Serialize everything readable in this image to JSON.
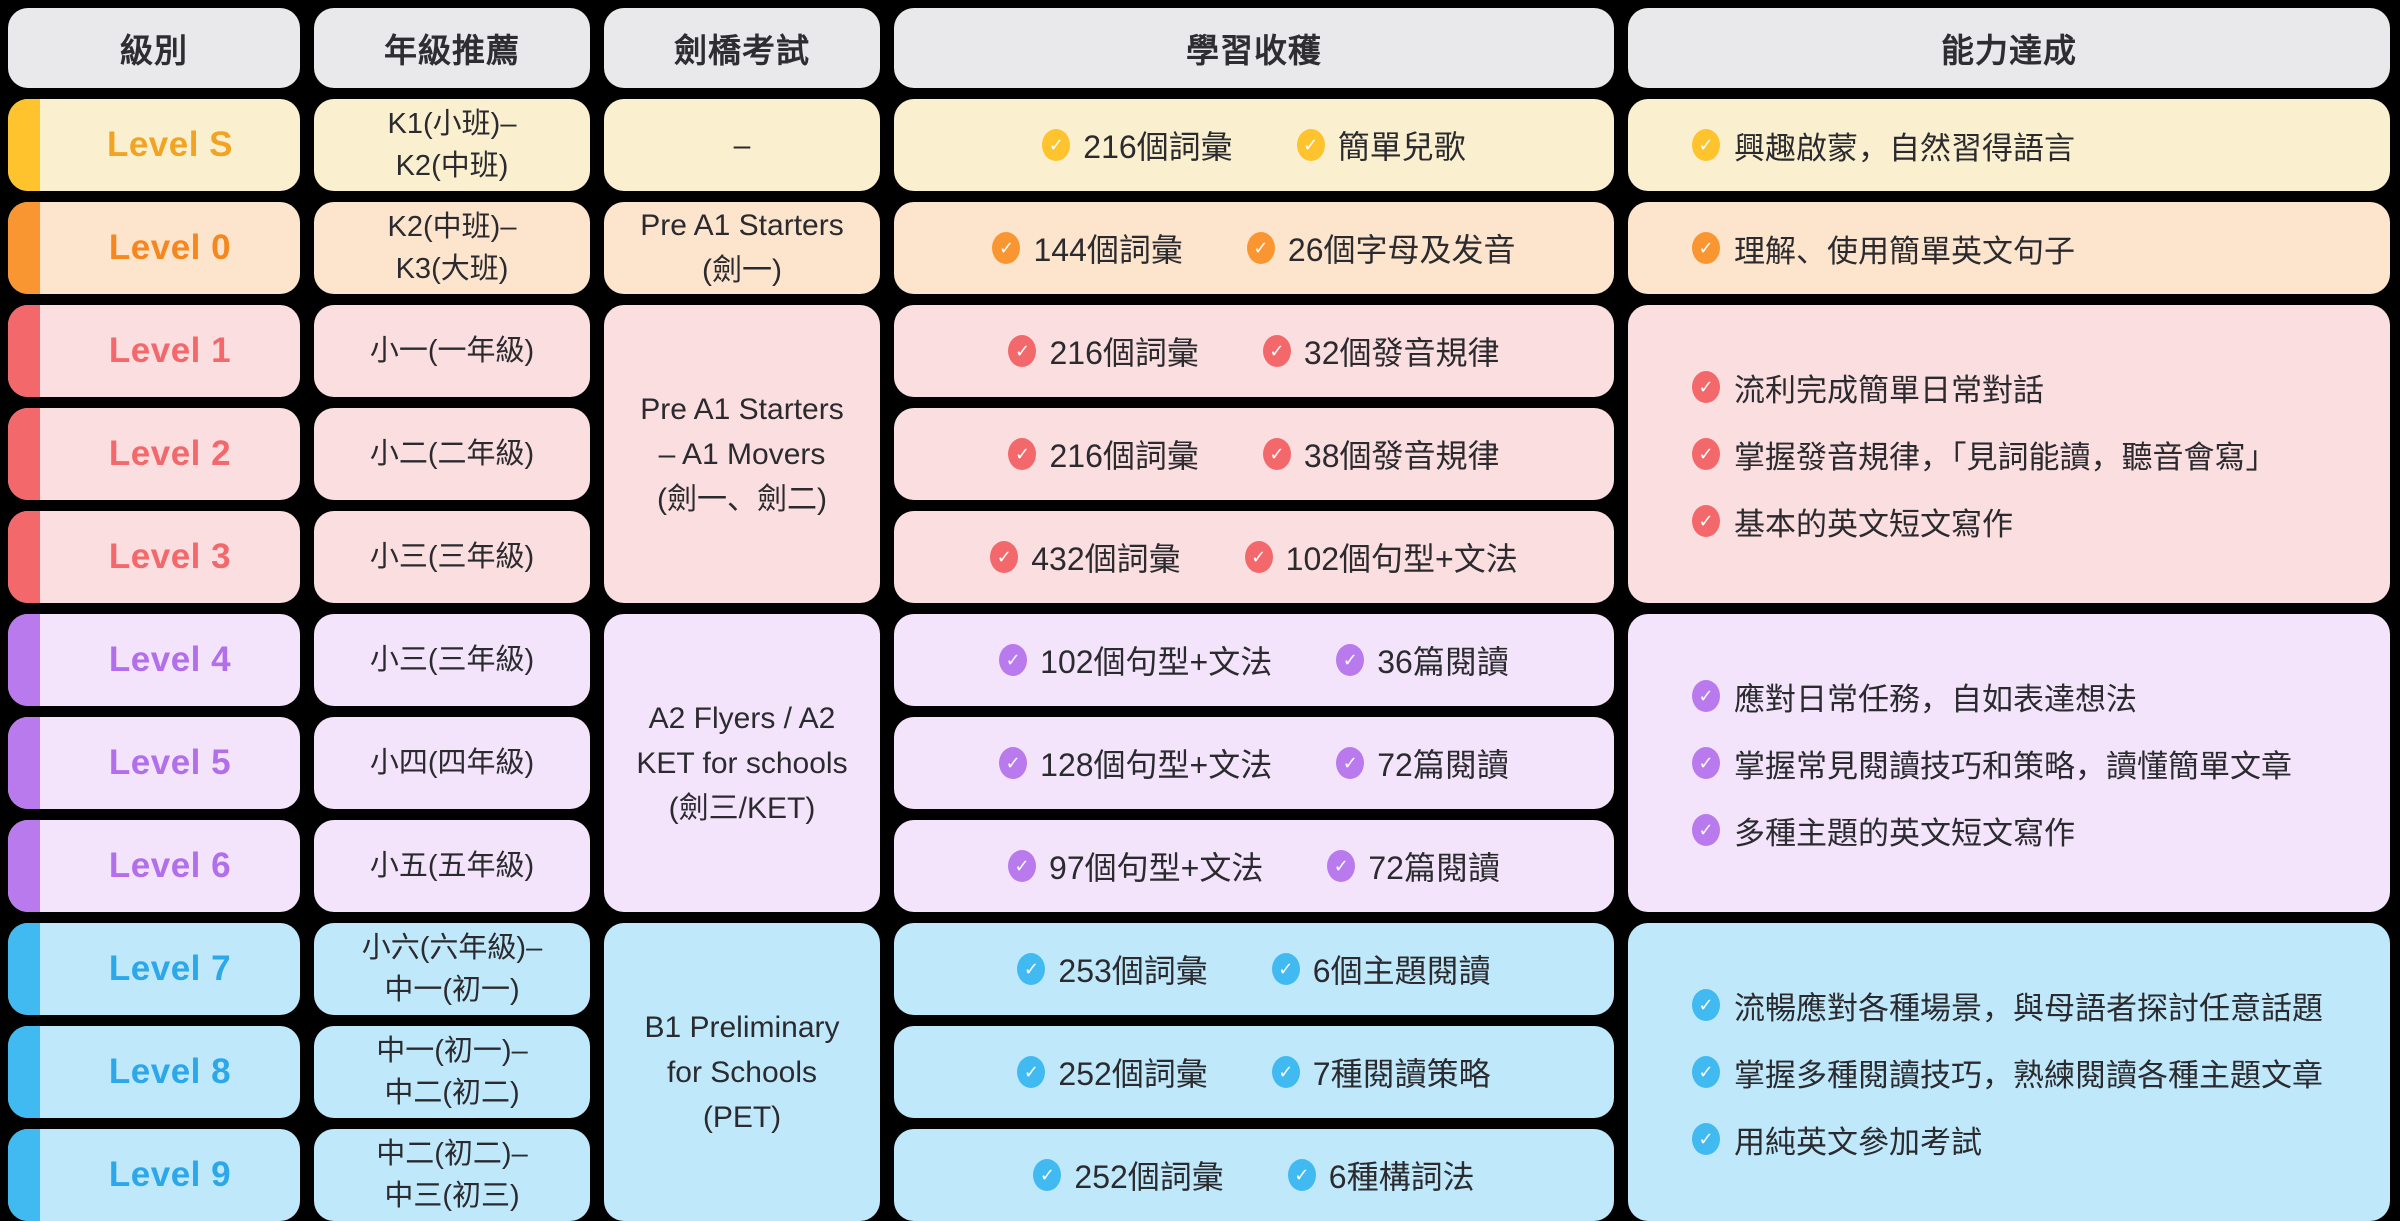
{
  "icons": {
    "check": "✓"
  },
  "colors": {
    "canvas_bg": "#000000",
    "header_bg": "#E9E9EB",
    "text": "#2B2B2F"
  },
  "columns": [
    "級別",
    "年級推薦",
    "劍橋考試",
    "學習收穫",
    "能力達成"
  ],
  "groups": [
    {
      "name": "S",
      "colors": {
        "accent": "#FFC32E",
        "bg": "#FAF0CF",
        "label": "#F3A322"
      },
      "rows": [
        {
          "level": "Level S",
          "grade": [
            "K1(小班)–",
            "K2(中班)"
          ],
          "harvest": [
            "216個詞彙",
            "簡單兒歌"
          ]
        }
      ],
      "exam": [
        "–"
      ],
      "abilities": [
        "興趣啟蒙，自然習得語言"
      ]
    },
    {
      "name": "0",
      "colors": {
        "accent": "#FA9632",
        "bg": "#FCE5CC",
        "label": "#F6871E"
      },
      "rows": [
        {
          "level": "Level 0",
          "grade": [
            "K2(中班)–",
            "K3(大班)"
          ],
          "harvest": [
            "144個詞彙",
            "26個字母及发音"
          ]
        }
      ],
      "exam": [
        "Pre A1 Starters",
        "(劍一)"
      ],
      "abilities": [
        "理解、使用簡單英文句子"
      ]
    },
    {
      "name": "1-3",
      "colors": {
        "accent": "#F3686B",
        "bg": "#FBDEE0",
        "label": "#F3686B"
      },
      "rows": [
        {
          "level": "Level 1",
          "grade": [
            "小一(一年級)"
          ],
          "harvest": [
            "216個詞彙",
            "32個發音規律"
          ]
        },
        {
          "level": "Level 2",
          "grade": [
            "小二(二年級)"
          ],
          "harvest": [
            "216個詞彙",
            "38個發音規律"
          ]
        },
        {
          "level": "Level 3",
          "grade": [
            "小三(三年級)"
          ],
          "harvest": [
            "432個詞彙",
            "102個句型+文法"
          ]
        }
      ],
      "exam": [
        "Pre A1 Starters",
        "– A1 Movers",
        "(劍一、劍二)"
      ],
      "abilities": [
        "流利完成簡單日常對話",
        "掌握發音規律，「見詞能讀，聽音會寫」",
        "基本的英文短文寫作"
      ]
    },
    {
      "name": "4-6",
      "colors": {
        "accent": "#B97AEE",
        "bg": "#F3E4FB",
        "label": "#B26FEC"
      },
      "rows": [
        {
          "level": "Level 4",
          "grade": [
            "小三(三年級)"
          ],
          "harvest": [
            "102個句型+文法",
            "36篇閱讀"
          ]
        },
        {
          "level": "Level 5",
          "grade": [
            "小四(四年級)"
          ],
          "harvest": [
            "128個句型+文法",
            "72篇閱讀"
          ]
        },
        {
          "level": "Level 6",
          "grade": [
            "小五(五年級)"
          ],
          "harvest": [
            "97個句型+文法",
            "72篇閱讀"
          ]
        }
      ],
      "exam": [
        "A2 Flyers / A2",
        "KET for schools",
        "(劍三/KET)"
      ],
      "abilities": [
        "應對日常任務，自如表達想法",
        "掌握常見閱讀技巧和策略，讀懂簡單文章",
        "多種主題的英文短文寫作"
      ]
    },
    {
      "name": "7-9",
      "colors": {
        "accent": "#41BAF1",
        "bg": "#BFE9FB",
        "label": "#2CA7EA"
      },
      "rows": [
        {
          "level": "Level 7",
          "grade": [
            "小六(六年級)–",
            "中一(初一)"
          ],
          "harvest": [
            "253個詞彙",
            "6個主題閱讀"
          ]
        },
        {
          "level": "Level 8",
          "grade": [
            "中一(初一)–",
            "中二(初二)"
          ],
          "harvest": [
            "252個詞彙",
            "7種閱讀策略"
          ]
        },
        {
          "level": "Level 9",
          "grade": [
            "中二(初二)–",
            "中三(初三)"
          ],
          "harvest": [
            "252個詞彙",
            "6種構詞法"
          ]
        }
      ],
      "exam": [
        "B1 Preliminary",
        "for Schools",
        "(PET)"
      ],
      "abilities": [
        "流暢應對各種場景，與母語者探討任意話題",
        "掌握多種閱讀技巧，熟練閱讀各種主題文章",
        "用純英文參加考試"
      ]
    }
  ]
}
